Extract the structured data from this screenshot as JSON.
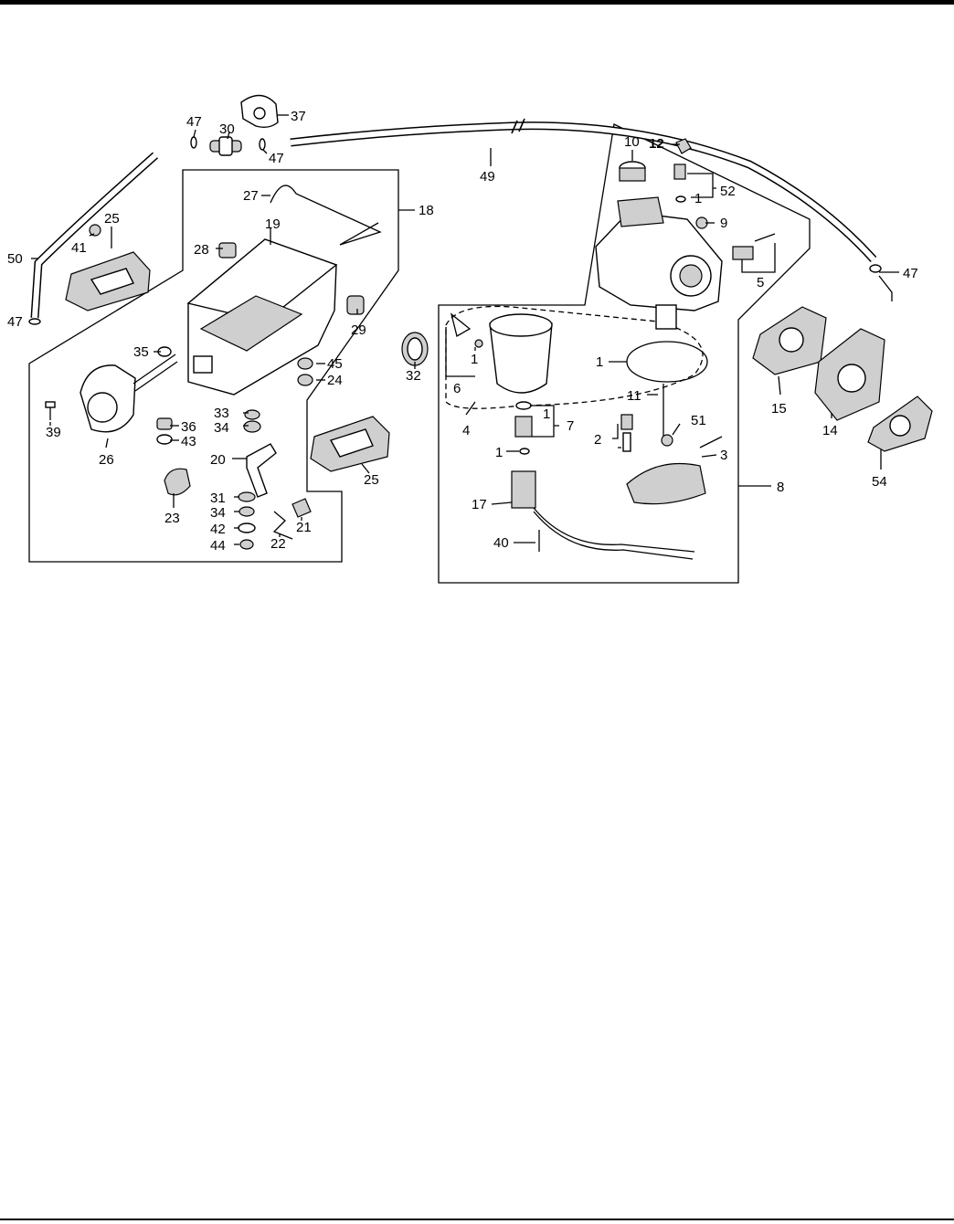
{
  "labels": {
    "p1": "1",
    "p2": "2",
    "p3": "3",
    "p4": "4",
    "p5": "5",
    "p6": "6",
    "p7": "7",
    "p8": "8",
    "p9": "9",
    "p10": "10",
    "p11": "11",
    "p12": "12",
    "p14": "14",
    "p15": "15",
    "p17": "17",
    "p18": "18",
    "p19": "19",
    "p20": "20",
    "p21": "21",
    "p22": "22",
    "p23": "23",
    "p24": "24",
    "p25": "25",
    "p26": "26",
    "p27": "27",
    "p28": "28",
    "p29": "29",
    "p30": "30",
    "p31": "31",
    "p32": "32",
    "p33": "33",
    "p34": "34",
    "p35": "35",
    "p36": "36",
    "p37": "37",
    "p39": "39",
    "p40": "40",
    "p41": "41",
    "p42": "42",
    "p43": "43",
    "p44": "44",
    "p45": "45",
    "p47": "47",
    "p49": "49",
    "p50": "50",
    "p51": "51",
    "p52": "52",
    "p54": "54"
  }
}
